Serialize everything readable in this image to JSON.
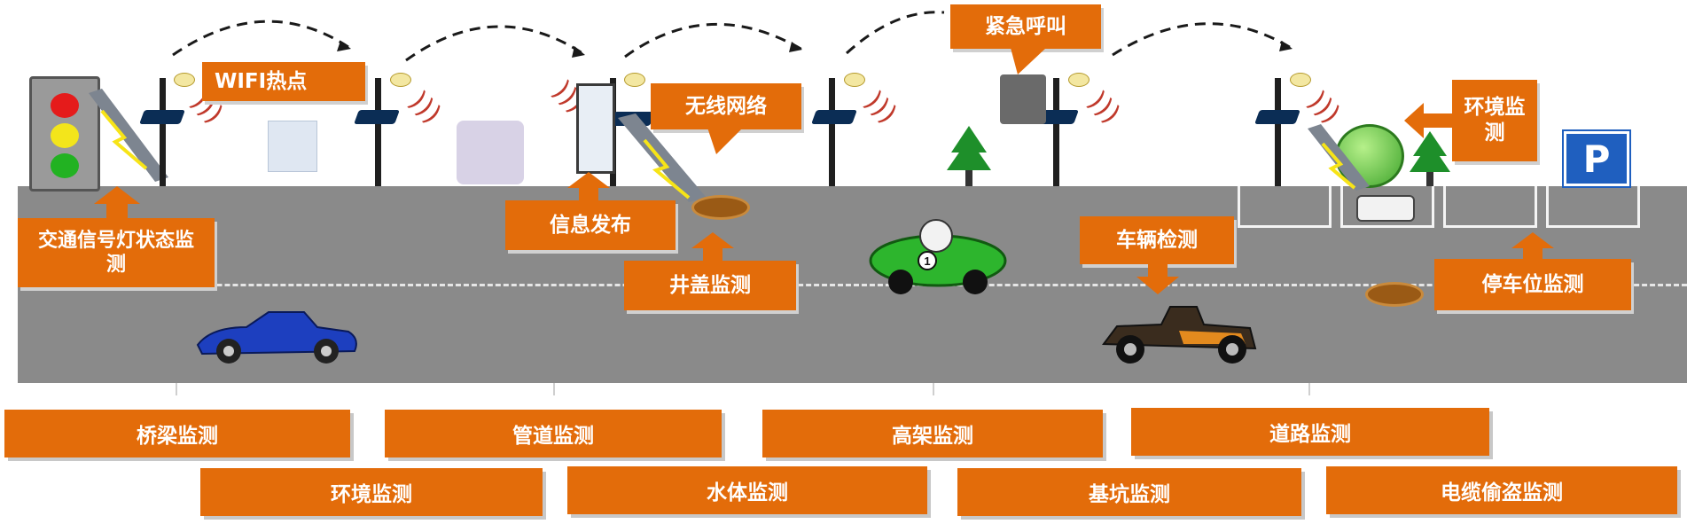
{
  "labels": {
    "traffic_light": "交通信号灯状态监测",
    "wifi": "WIFI热点",
    "info": "信息发布",
    "wireless": "无线网络",
    "manhole": "井盖监测",
    "emergency": "紧急呼叫",
    "vehicle": "车辆检测",
    "environment_top": "环境监测",
    "parking": "停车位监测"
  },
  "bottom": {
    "row1": [
      "桥梁监测",
      "管道监测",
      "高架监测",
      "道路监测"
    ],
    "row2": [
      "环境监测",
      "水体监测",
      "基坑监测",
      "电缆偷盗监测"
    ]
  },
  "icons": {
    "traffic_light": "traffic-light-icon",
    "parking": "parking-sign-icon",
    "tree": "tree-icon",
    "speaker": "speaker-icon",
    "display": "info-display-icon",
    "router": "router-icon",
    "wifi": "wifi-signal-icon",
    "car": "car-icon"
  },
  "colors": {
    "accent": "#e36c0a",
    "road": "#8a8a8a",
    "parking_sign": "#1f5fbf",
    "green_car": "#2db52d",
    "blue_car": "#1d3fbf"
  },
  "misc": {
    "green_car_number": "1",
    "parking_sign_letter": "P"
  }
}
